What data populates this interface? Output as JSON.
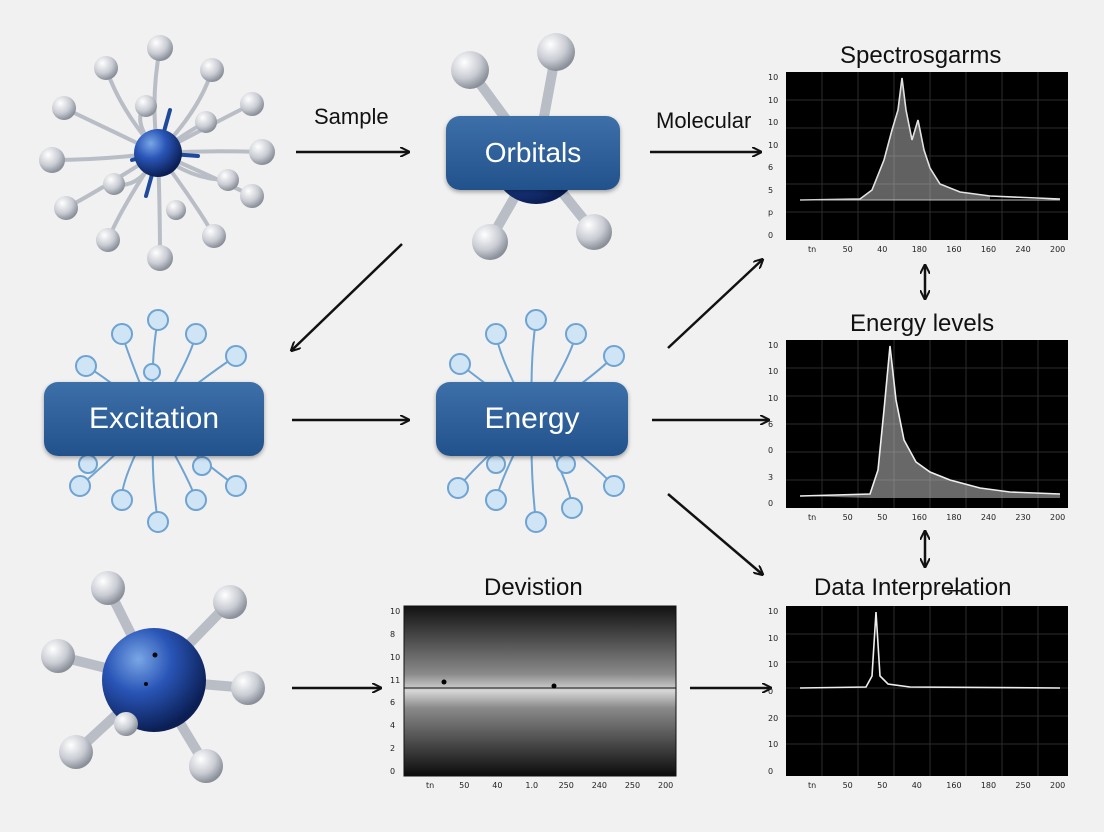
{
  "labels": {
    "sample": "Sample",
    "molecular": "Molecular",
    "orbitals": "Orbitals",
    "excitation": "Excitation",
    "energy": "Energy",
    "spectrograms": "Spectrosgarms",
    "energy_levels": "Energy levels",
    "deviation": "Devistion",
    "data_interpretation": "Data Interpre̶lation"
  },
  "colors": {
    "background": "#f1f1f1",
    "node_blue": "#22528c",
    "node_light": "#bfd9ee",
    "plot_bg": "#000000"
  },
  "plots": {
    "spectrograms": {
      "y_ticks": [
        "10",
        "10",
        "10",
        "10",
        "6",
        "5",
        "p",
        "0"
      ],
      "x_ticks": [
        "tn",
        "50",
        "40",
        "180",
        "160",
        "160",
        "240",
        "200"
      ]
    },
    "energy_levels": {
      "y_ticks": [
        "10",
        "10",
        "10",
        "6",
        "0",
        "3",
        "0"
      ],
      "x_ticks": [
        "tn",
        "50",
        "50",
        "160",
        "180",
        "240",
        "230",
        "200"
      ]
    },
    "deviation": {
      "y_ticks": [
        "10",
        "8",
        "10",
        "11",
        "6",
        "4",
        "2",
        "0"
      ],
      "x_ticks": [
        "tn",
        "50",
        "40",
        "1.0",
        "250",
        "240",
        "250",
        "200"
      ]
    },
    "data_interpretation": {
      "y_ticks": [
        "10",
        "10",
        "10",
        "0",
        "20",
        "10",
        "0"
      ],
      "x_ticks": [
        "tn",
        "50",
        "50",
        "40",
        "160",
        "180",
        "250",
        "200"
      ]
    }
  }
}
